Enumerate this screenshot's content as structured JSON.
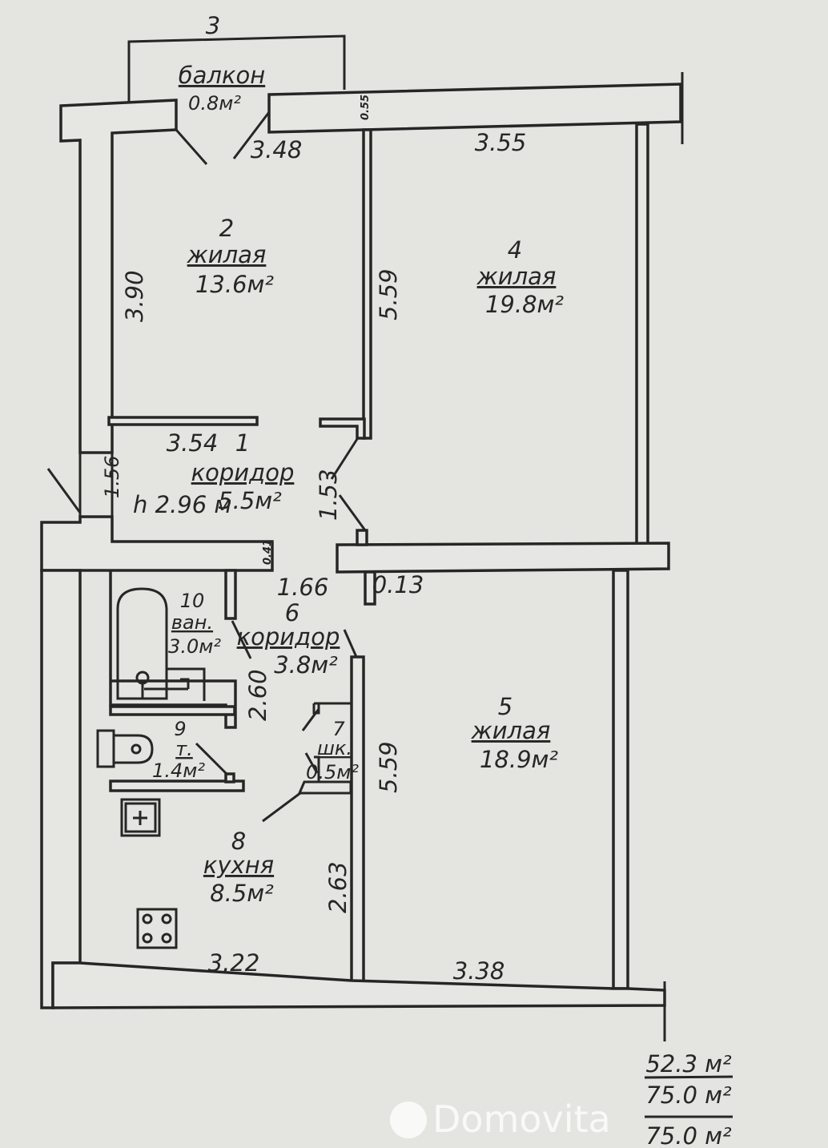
{
  "rooms": [
    {
      "num": "1",
      "name": "коридор",
      "area": "5.5м²"
    },
    {
      "num": "2",
      "name": "жилая",
      "area": "13.6м²"
    },
    {
      "num": "3",
      "name": "балкон",
      "area": "0.8м²"
    },
    {
      "num": "4",
      "name": "жилая",
      "area": "19.8м²"
    },
    {
      "num": "5",
      "name": "жилая",
      "area": "18.9м²"
    },
    {
      "num": "6",
      "name": "коридор",
      "area": "3.8м²"
    },
    {
      "num": "7",
      "name": "шк.",
      "area": "0.5м²"
    },
    {
      "num": "8",
      "name": "кухня",
      "area": "8.5м²"
    },
    {
      "num": "9",
      "name": "т.",
      "area": "1.4м²"
    },
    {
      "num": "10",
      "name": "ван.",
      "area": "3.0м²"
    }
  ],
  "dimensions": {
    "d348": "3.48",
    "d355": "3.55",
    "d055": "0.55",
    "d390": "3.90",
    "d559a": "5.59",
    "d354": "3.54",
    "d153": "1.53",
    "d156": "1.56",
    "height": "h 2.96 м",
    "d041": "0.41",
    "d166": "1.66",
    "d013": "0.13",
    "d260": "2.60",
    "d559b": "5.59",
    "d263": "2.63",
    "d322": "3.22",
    "d338": "3.38"
  },
  "totals": {
    "living": "52.3 м²",
    "total": "75.0 м²",
    "total2": "75.0 м²"
  },
  "watermark": "Domovita"
}
